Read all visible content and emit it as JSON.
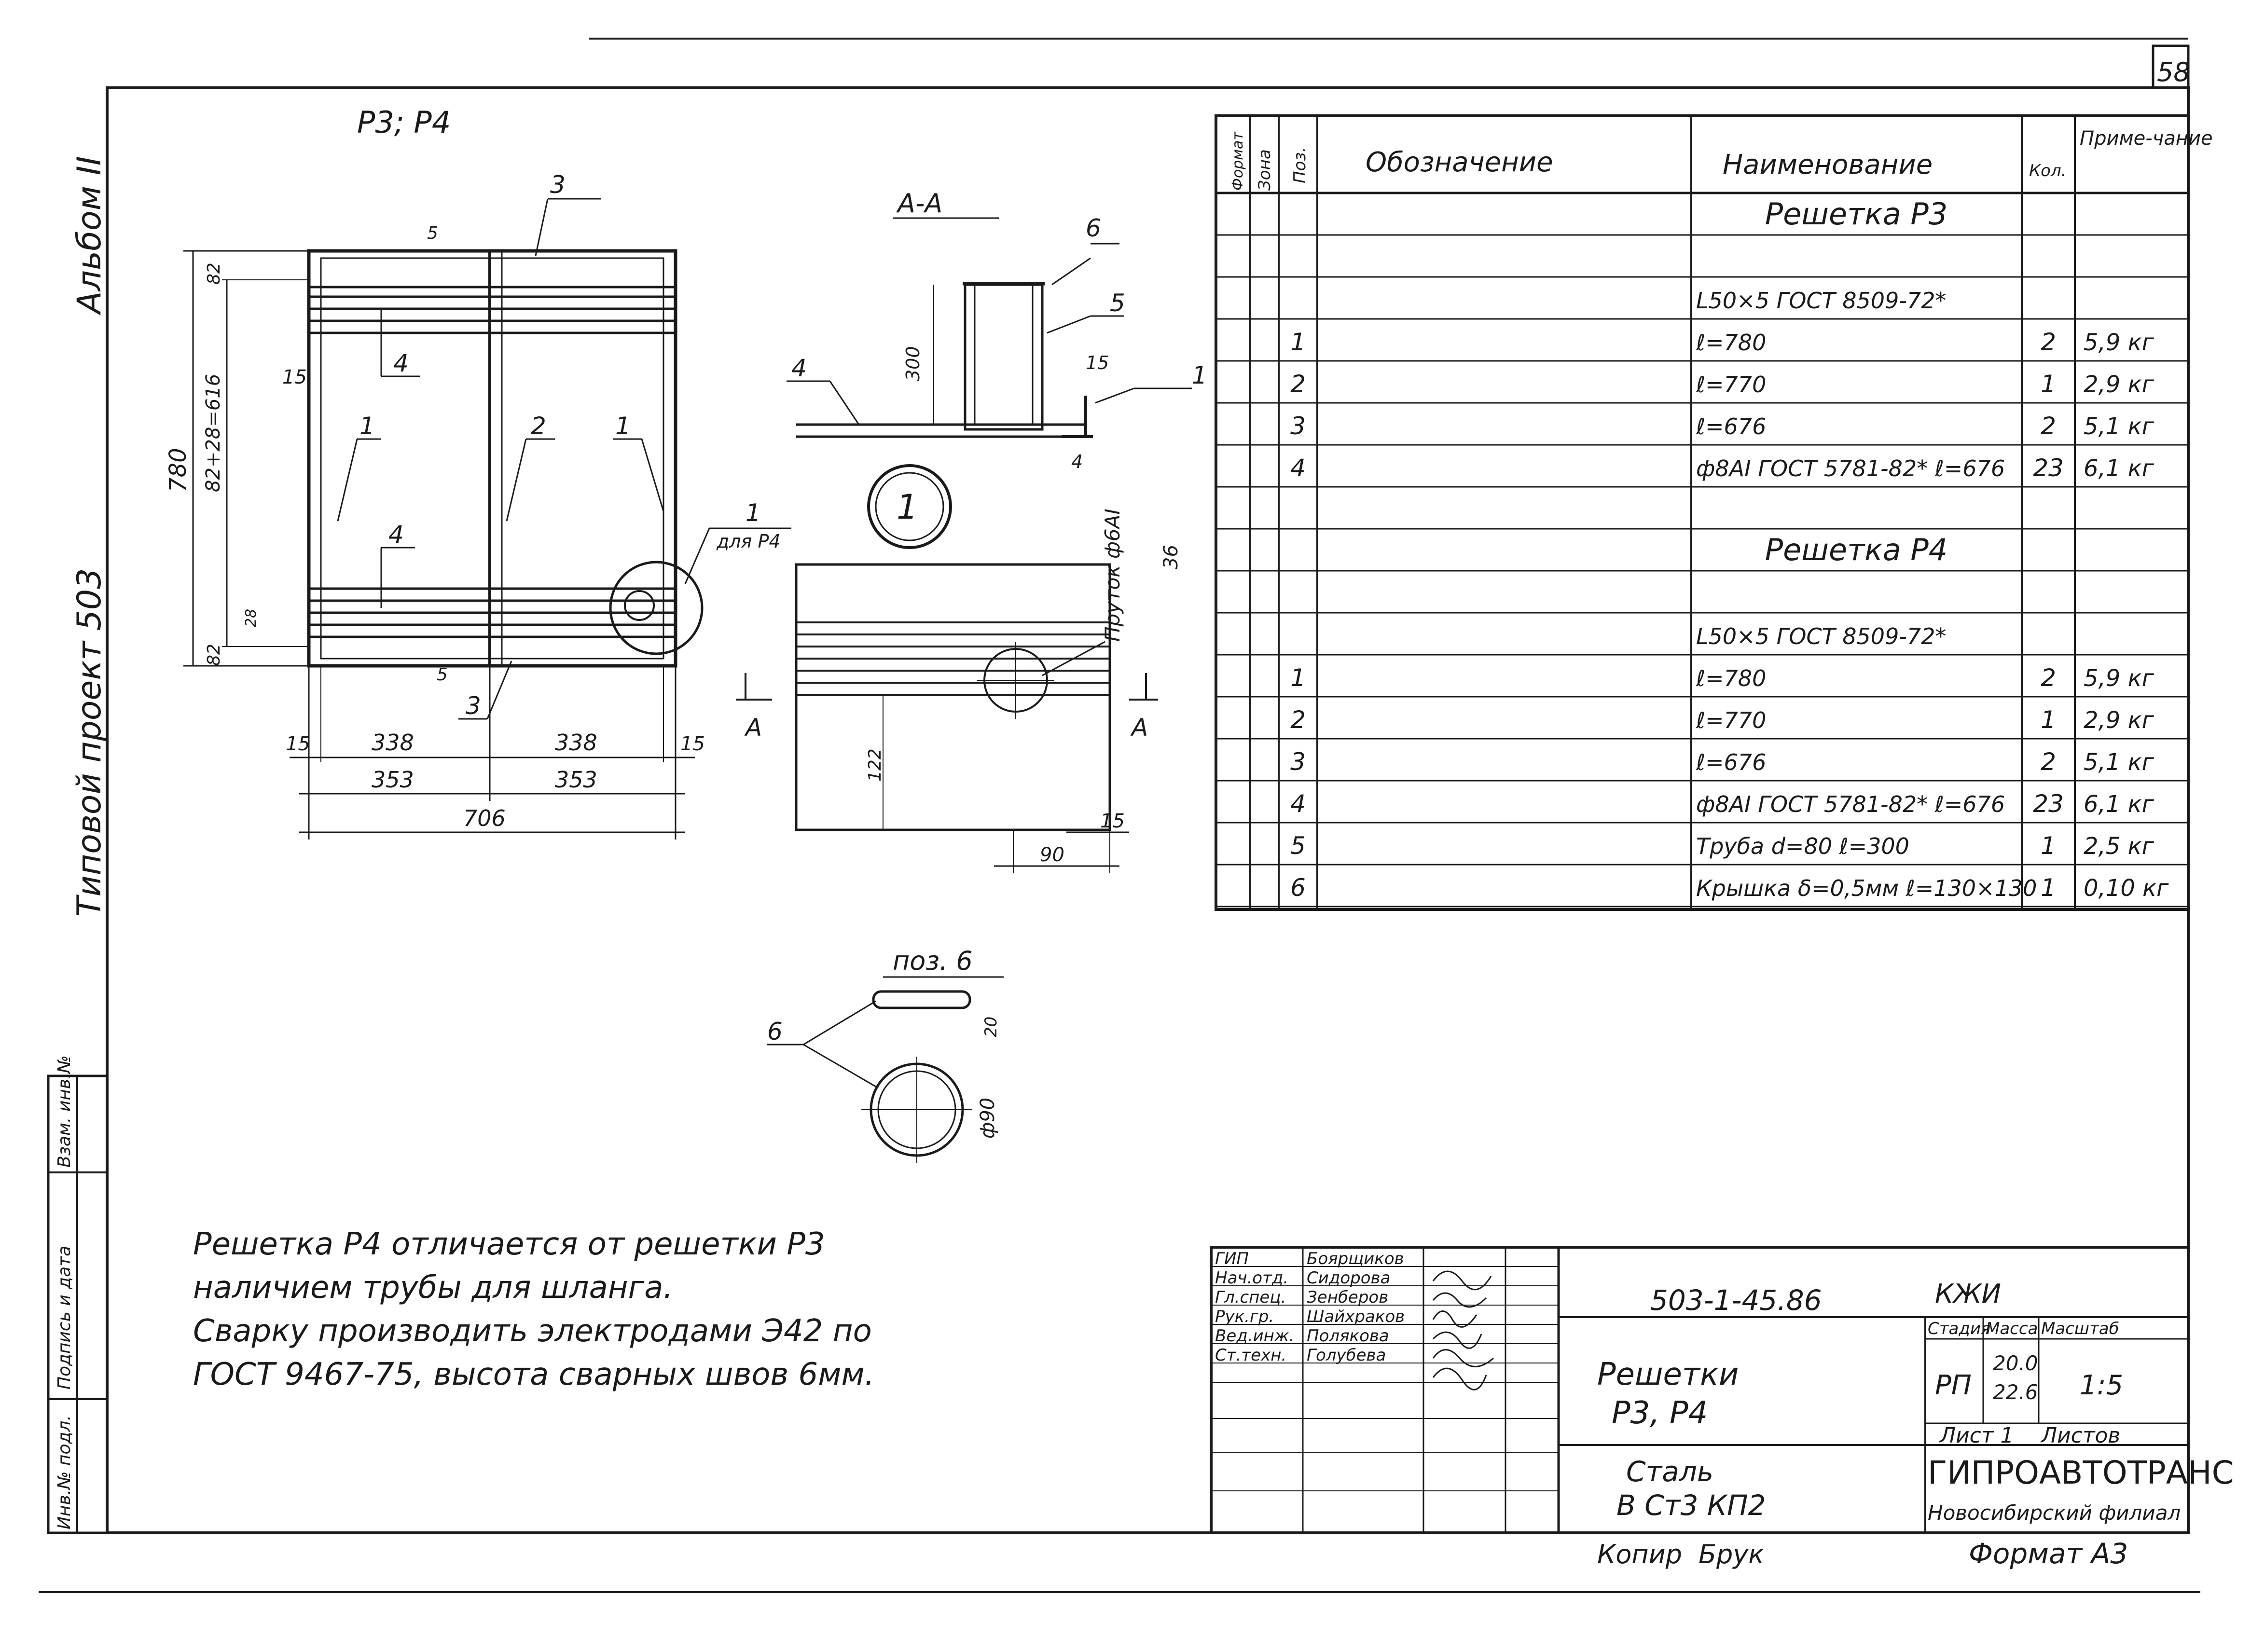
{
  "sheet_number": "58",
  "side_labels": {
    "album": "Альбом II",
    "project": "Типовой проект 503",
    "stamp_cols": [
      "Инв.№ подл.",
      "Подпись и дата",
      "Взам. инв.№"
    ]
  },
  "views": {
    "main_title": "Р3; Р4",
    "section_title": "А-А",
    "pos6_title": "поз. 6",
    "detail_label": "1",
    "for_p4": "для Р4",
    "rod_label": "Пруток ф6АI",
    "section_mark": "А"
  },
  "dimensions": {
    "d780": "780",
    "d616": "82+28=616",
    "d82a": "82",
    "d82b": "82",
    "d15l": "15",
    "d338a": "338",
    "d338b": "338",
    "d353a": "353",
    "d353b": "353",
    "d706": "706",
    "d15a": "15",
    "d15b": "15",
    "d5a": "5",
    "d5b": "5",
    "d28": "28",
    "d300": "300",
    "d15s": "15",
    "d4s": "4",
    "d36": "36",
    "d122": "122",
    "d15c": "15",
    "d90": "90",
    "d20": "20",
    "dphi90": "ф90"
  },
  "callouts": {
    "p1a": "1",
    "p1b": "1",
    "p2": "2",
    "p3a": "3",
    "p3b": "3",
    "p4a": "4",
    "p4b": "4",
    "s1": "1",
    "s4": "4",
    "s5": "5",
    "s6": "6",
    "pos6": "6"
  },
  "spec_table": {
    "headers": {
      "format": "Формат",
      "zone": "Зона",
      "pos": "Поз.",
      "designation": "Обозначение",
      "name": "Наименование",
      "qty": "Кол.",
      "note": "Приме-чание"
    },
    "rows": [
      {
        "pos": "",
        "name": "Решетка Р3",
        "qty": "",
        "note": ""
      },
      {
        "pos": "",
        "name": "",
        "qty": "",
        "note": ""
      },
      {
        "pos": "",
        "name": "L50×5 ГОСТ 8509-72*",
        "qty": "",
        "note": ""
      },
      {
        "pos": "1",
        "name": "ℓ=780",
        "qty": "2",
        "note": "5,9 кг"
      },
      {
        "pos": "2",
        "name": "ℓ=770",
        "qty": "1",
        "note": "2,9 кг"
      },
      {
        "pos": "3",
        "name": "ℓ=676",
        "qty": "2",
        "note": "5,1 кг"
      },
      {
        "pos": "4",
        "name": "ф8АI ГОСТ 5781-82* ℓ=676",
        "qty": "23",
        "note": "6,1 кг"
      },
      {
        "pos": "",
        "name": "",
        "qty": "",
        "note": ""
      },
      {
        "pos": "",
        "name": "Решетка Р4",
        "qty": "",
        "note": ""
      },
      {
        "pos": "",
        "name": "",
        "qty": "",
        "note": ""
      },
      {
        "pos": "",
        "name": "L50×5 ГОСТ 8509-72*",
        "qty": "",
        "note": ""
      },
      {
        "pos": "1",
        "name": "ℓ=780",
        "qty": "2",
        "note": "5,9 кг"
      },
      {
        "pos": "2",
        "name": "ℓ=770",
        "qty": "1",
        "note": "2,9 кг"
      },
      {
        "pos": "3",
        "name": "ℓ=676",
        "qty": "2",
        "note": "5,1 кг"
      },
      {
        "pos": "4",
        "name": "ф8АI ГОСТ 5781-82* ℓ=676",
        "qty": "23",
        "note": "6,1 кг"
      },
      {
        "pos": "5",
        "name": "Труба d=80 ℓ=300",
        "qty": "1",
        "note": "2,5 кг"
      },
      {
        "pos": "6",
        "name": "Крышка δ=0,5мм ℓ=130×130",
        "qty": "1",
        "note": "0,10 кг"
      }
    ]
  },
  "notes": [
    "Решетка Р4 отличается от решетки Р3",
    "наличием трубы для шланга.",
    "Сварку производить электродами Э42 по",
    "ГОСТ 9467-75, высота сварных швов 6мм."
  ],
  "title_block": {
    "people": [
      {
        "role": "ГИП",
        "name": "Боярщиков"
      },
      {
        "role": "Нач.отд.",
        "name": "Сидорова"
      },
      {
        "role": "Гл.спец.",
        "name": "Зенберов"
      },
      {
        "role": "Рук.гр.",
        "name": "Шайхраков"
      },
      {
        "role": "Вед.инж.",
        "name": "Полякова"
      },
      {
        "role": "Ст.техн.",
        "name": "Голубева"
      }
    ],
    "code": "503-1-45.86",
    "mark": "КЖИ",
    "title_line1": "Решетки",
    "title_line2": "Р3, Р4",
    "material_line1": "Сталь",
    "material_line2": "В Ст3 КП2",
    "stage_header": "Стадия",
    "mass_header": "Масса",
    "scale_header": "Масштаб",
    "stage": "РП",
    "mass1": "20.0",
    "mass2": "22.6",
    "scale": "1:5",
    "sheet_label": "Лист 1",
    "sheets_label": "Листов",
    "org": "ГИПРОАВТОТРАНС",
    "branch": "Новосибирский филиал"
  },
  "footer": {
    "copy": "Копир",
    "copy_sign": "Брук",
    "format": "Формат А3"
  }
}
